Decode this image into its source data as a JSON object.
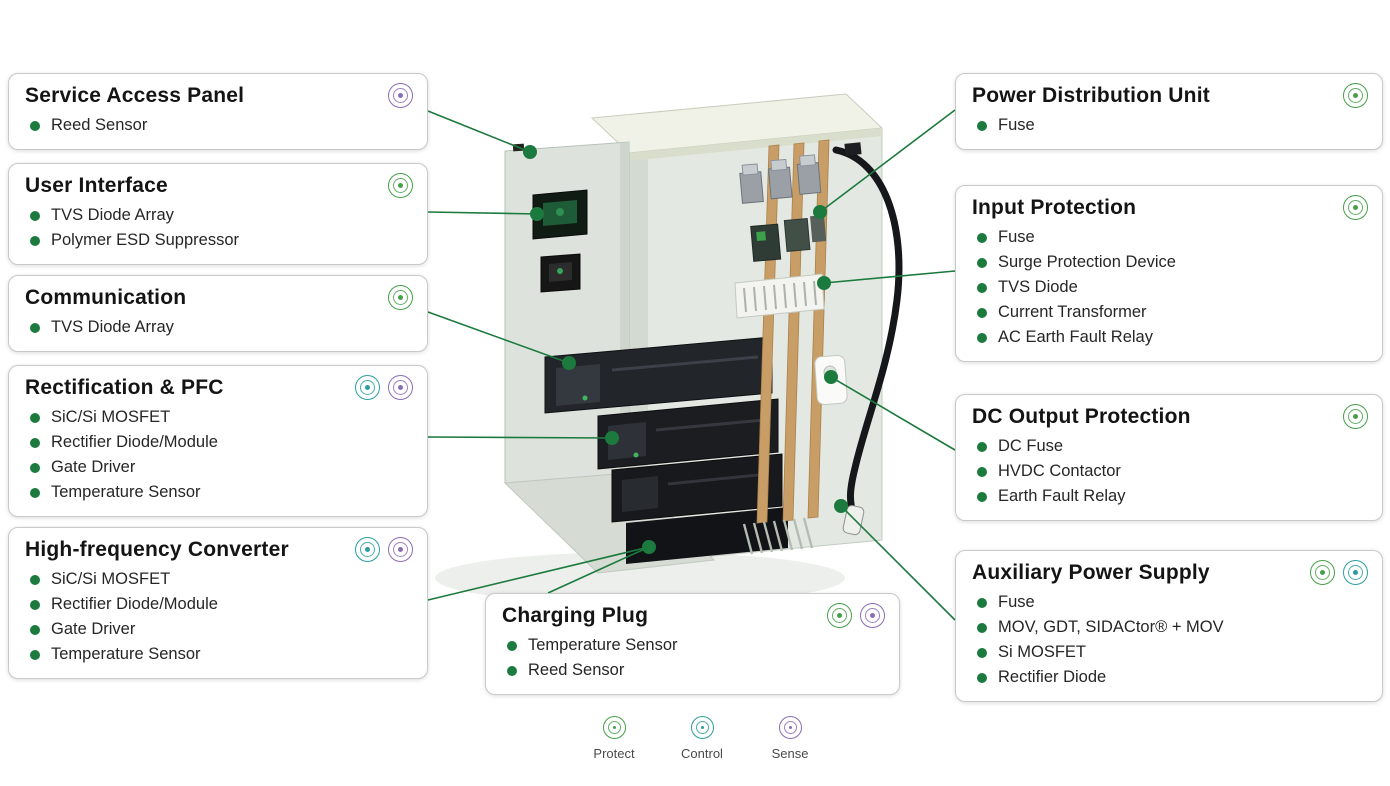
{
  "palette": {
    "protect": "#46a049",
    "control": "#2b9ea0",
    "sense": "#8a6db5",
    "bullet": "#1c7a3e",
    "connector_line": "#1c7a3e"
  },
  "boxes": {
    "service_access_panel": {
      "title": "Service Access Panel",
      "icons": [
        "sense"
      ],
      "items": [
        "Reed Sensor"
      ]
    },
    "user_interface": {
      "title": "User Interface",
      "icons": [
        "protect"
      ],
      "items": [
        "TVS Diode Array",
        "Polymer ESD Suppressor"
      ]
    },
    "communication": {
      "title": "Communication",
      "icons": [
        "protect"
      ],
      "items": [
        "TVS Diode Array"
      ]
    },
    "rectification_pfc": {
      "title": "Rectification & PFC",
      "icons": [
        "control",
        "sense"
      ],
      "items": [
        "SiC/Si MOSFET",
        "Rectifier Diode/Module",
        "Gate Driver",
        "Temperature Sensor"
      ]
    },
    "high_frequency_converter": {
      "title": "High-frequency Converter",
      "icons": [
        "control",
        "sense"
      ],
      "items": [
        "SiC/Si MOSFET",
        "Rectifier Diode/Module",
        "Gate Driver",
        "Temperature Sensor"
      ]
    },
    "charging_plug": {
      "title": "Charging Plug",
      "icons": [
        "protect",
        "sense"
      ],
      "items": [
        "Temperature Sensor",
        "Reed Sensor"
      ]
    },
    "power_distribution_unit": {
      "title": "Power Distribution Unit",
      "icons": [
        "protect"
      ],
      "items": [
        "Fuse"
      ]
    },
    "input_protection": {
      "title": "Input Protection",
      "icons": [
        "protect"
      ],
      "items": [
        "Fuse",
        "Surge Protection Device",
        "TVS Diode",
        "Current Transformer",
        "AC Earth Fault Relay"
      ]
    },
    "dc_output_protection": {
      "title": "DC Output Protection",
      "icons": [
        "protect"
      ],
      "items": [
        "DC Fuse",
        "HVDC Contactor",
        "Earth Fault Relay"
      ]
    },
    "auxiliary_power_supply": {
      "title": "Auxiliary Power Supply",
      "icons": [
        "protect",
        "control"
      ],
      "items": [
        "Fuse",
        "MOV, GDT, SIDACtor® + MOV",
        "Si MOSFET",
        "Rectifier Diode"
      ]
    }
  },
  "legend": {
    "items": [
      {
        "type": "protect",
        "label": "Protect"
      },
      {
        "type": "control",
        "label": "Control"
      },
      {
        "type": "sense",
        "label": "Sense"
      }
    ]
  }
}
